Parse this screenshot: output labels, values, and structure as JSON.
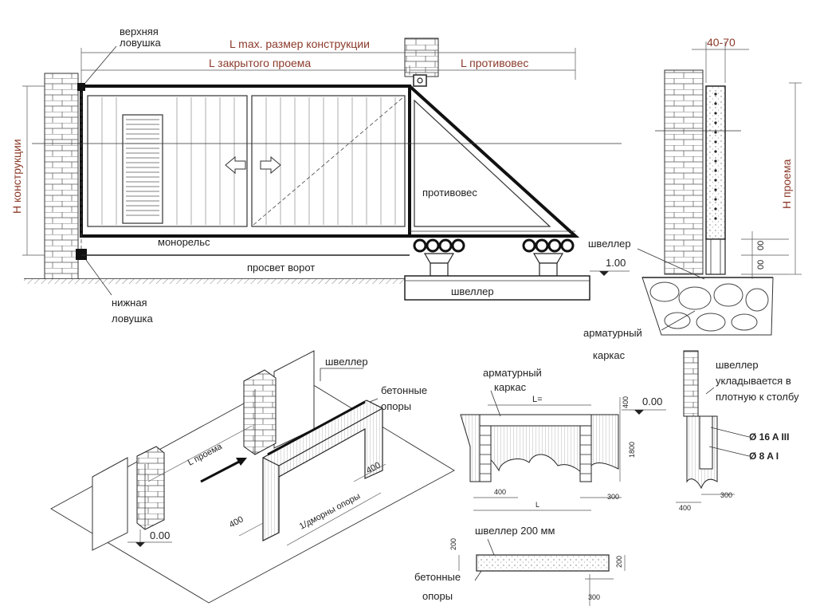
{
  "main_view": {
    "top_trap": [
      "верхняя",
      "ловушка"
    ],
    "bottom_trap": [
      "нижная",
      "ловушка"
    ],
    "l_max": "L max. размер конструкции",
    "l_closed": "L закрытого проема",
    "l_counter": "L противовес",
    "h_construction": "H конструкции",
    "counterweight": "противовес",
    "monorail": "монорельс",
    "gate_clearance": "просвет ворот",
    "channel": "швеллер",
    "level": "1.00"
  },
  "side_view": {
    "width_dim": "40-70",
    "h_opening": "H проема",
    "channel": "швеллер",
    "dim_a": "00",
    "dim_b": "00",
    "rebar_cage": [
      "арматурный",
      "каркас"
    ]
  },
  "iso_view": {
    "channel": "швеллер",
    "concrete_supports": [
      "бетонные",
      "опоры"
    ],
    "l_opening": "L проема",
    "support_length": "1/дморны опоры",
    "dim_400_a": "400",
    "dim_400_b": "400",
    "level": "0.00"
  },
  "section_view": {
    "rebar_cage": [
      "арматурный",
      "каркас"
    ],
    "l_eq": "L=",
    "dim_400_top": "400",
    "level": "0.00",
    "dim_1800": "1800",
    "dim_400": "400",
    "dim_l": "L",
    "dim_300": "300"
  },
  "post_detail": {
    "note": [
      "швеллер",
      "укладывается в",
      "плотную к столбу"
    ],
    "rebar_1": "Ø 16 A III",
    "rebar_2": "Ø 8 A I",
    "dim_400": "400",
    "dim_300": "300"
  },
  "bottom_detail": {
    "channel": "швеллер 200 мм",
    "dim_200_left": "200",
    "dim_200_right": "200",
    "concrete_supports": [
      "бетонные",
      "опоры"
    ],
    "dim_300": "300"
  }
}
